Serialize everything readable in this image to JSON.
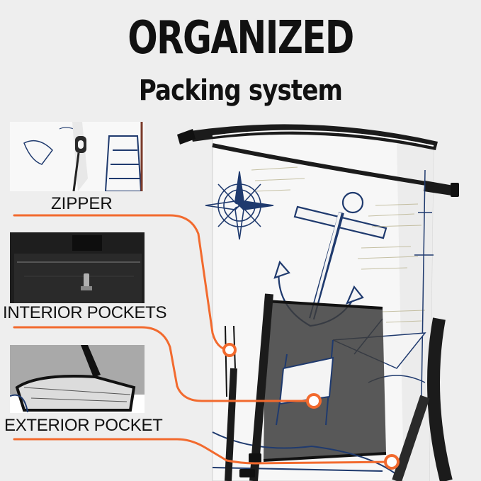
{
  "header": {
    "title": "ORGANIZED",
    "subtitle": "Packing system"
  },
  "features": [
    {
      "label": "ZIPPER",
      "icon": "zipper-detail-photo"
    },
    {
      "label": "INTERIOR POCKETS",
      "icon": "interior-pocket-photo"
    },
    {
      "label": "EXTERIOR POCKET",
      "icon": "exterior-pocket-photo"
    }
  ],
  "colors": {
    "accent": "#f26a2e",
    "navy_print": "#1f3a6e",
    "strap": "#1b1b1b",
    "background": "#eeeeee"
  }
}
